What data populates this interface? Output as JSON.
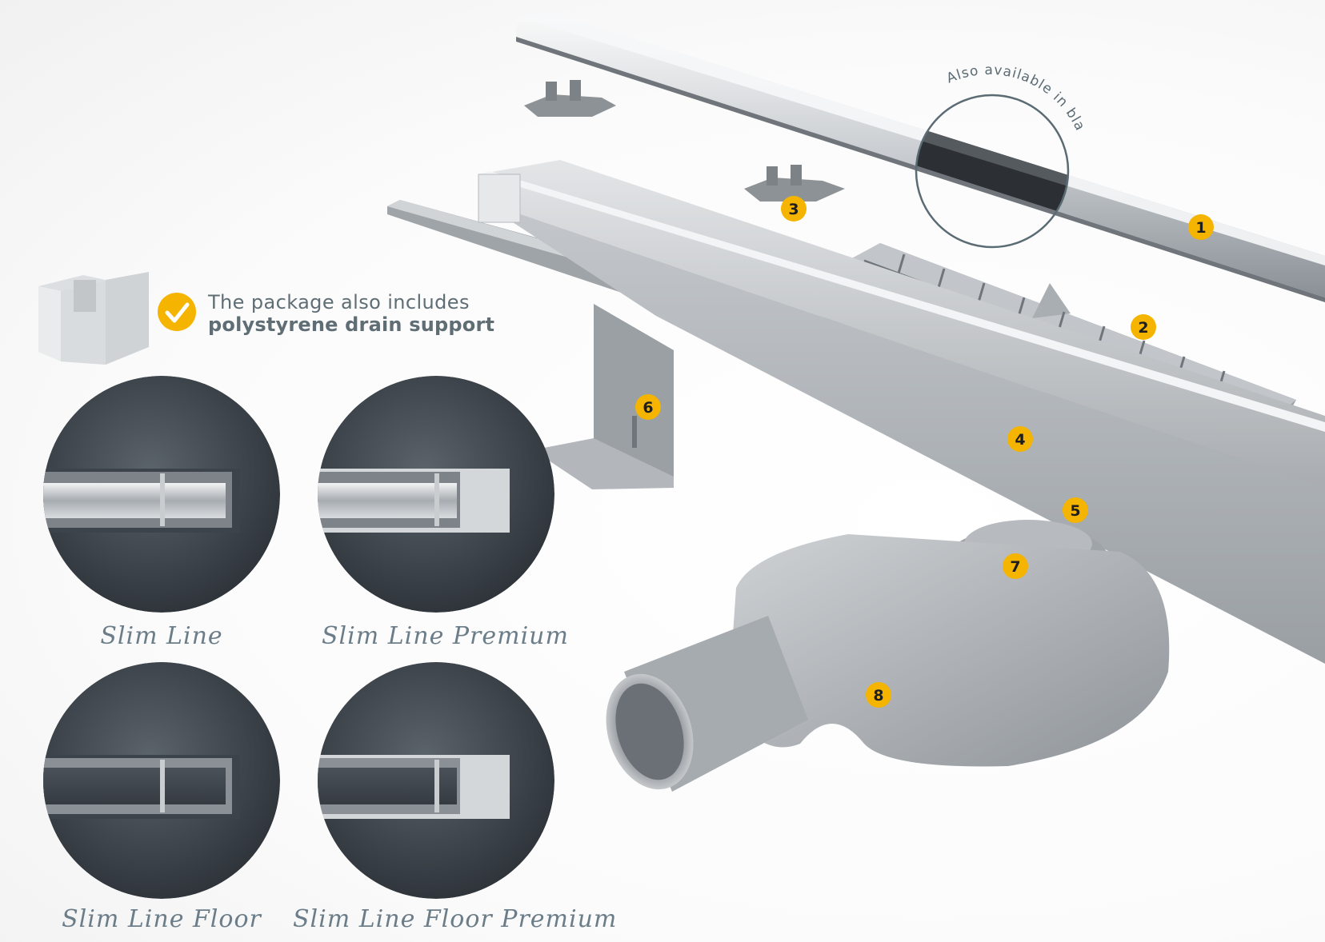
{
  "colors": {
    "badge": "#f5b400",
    "check": "#f5b400",
    "text": "#5f6d75",
    "caption": "#6b7d89",
    "black_ring": "#5b6b74"
  },
  "package_note": {
    "line1": "The package also includes",
    "line2": "polystyrene drain support"
  },
  "black_note": "Also available in black",
  "badges": [
    "1",
    "2",
    "3",
    "4",
    "5",
    "6",
    "7",
    "8"
  ],
  "variants": [
    {
      "name": "Slim Line"
    },
    {
      "name": "Slim Line Premium"
    },
    {
      "name": "Slim Line Floor"
    },
    {
      "name": "Slim Line Floor Premium"
    }
  ]
}
